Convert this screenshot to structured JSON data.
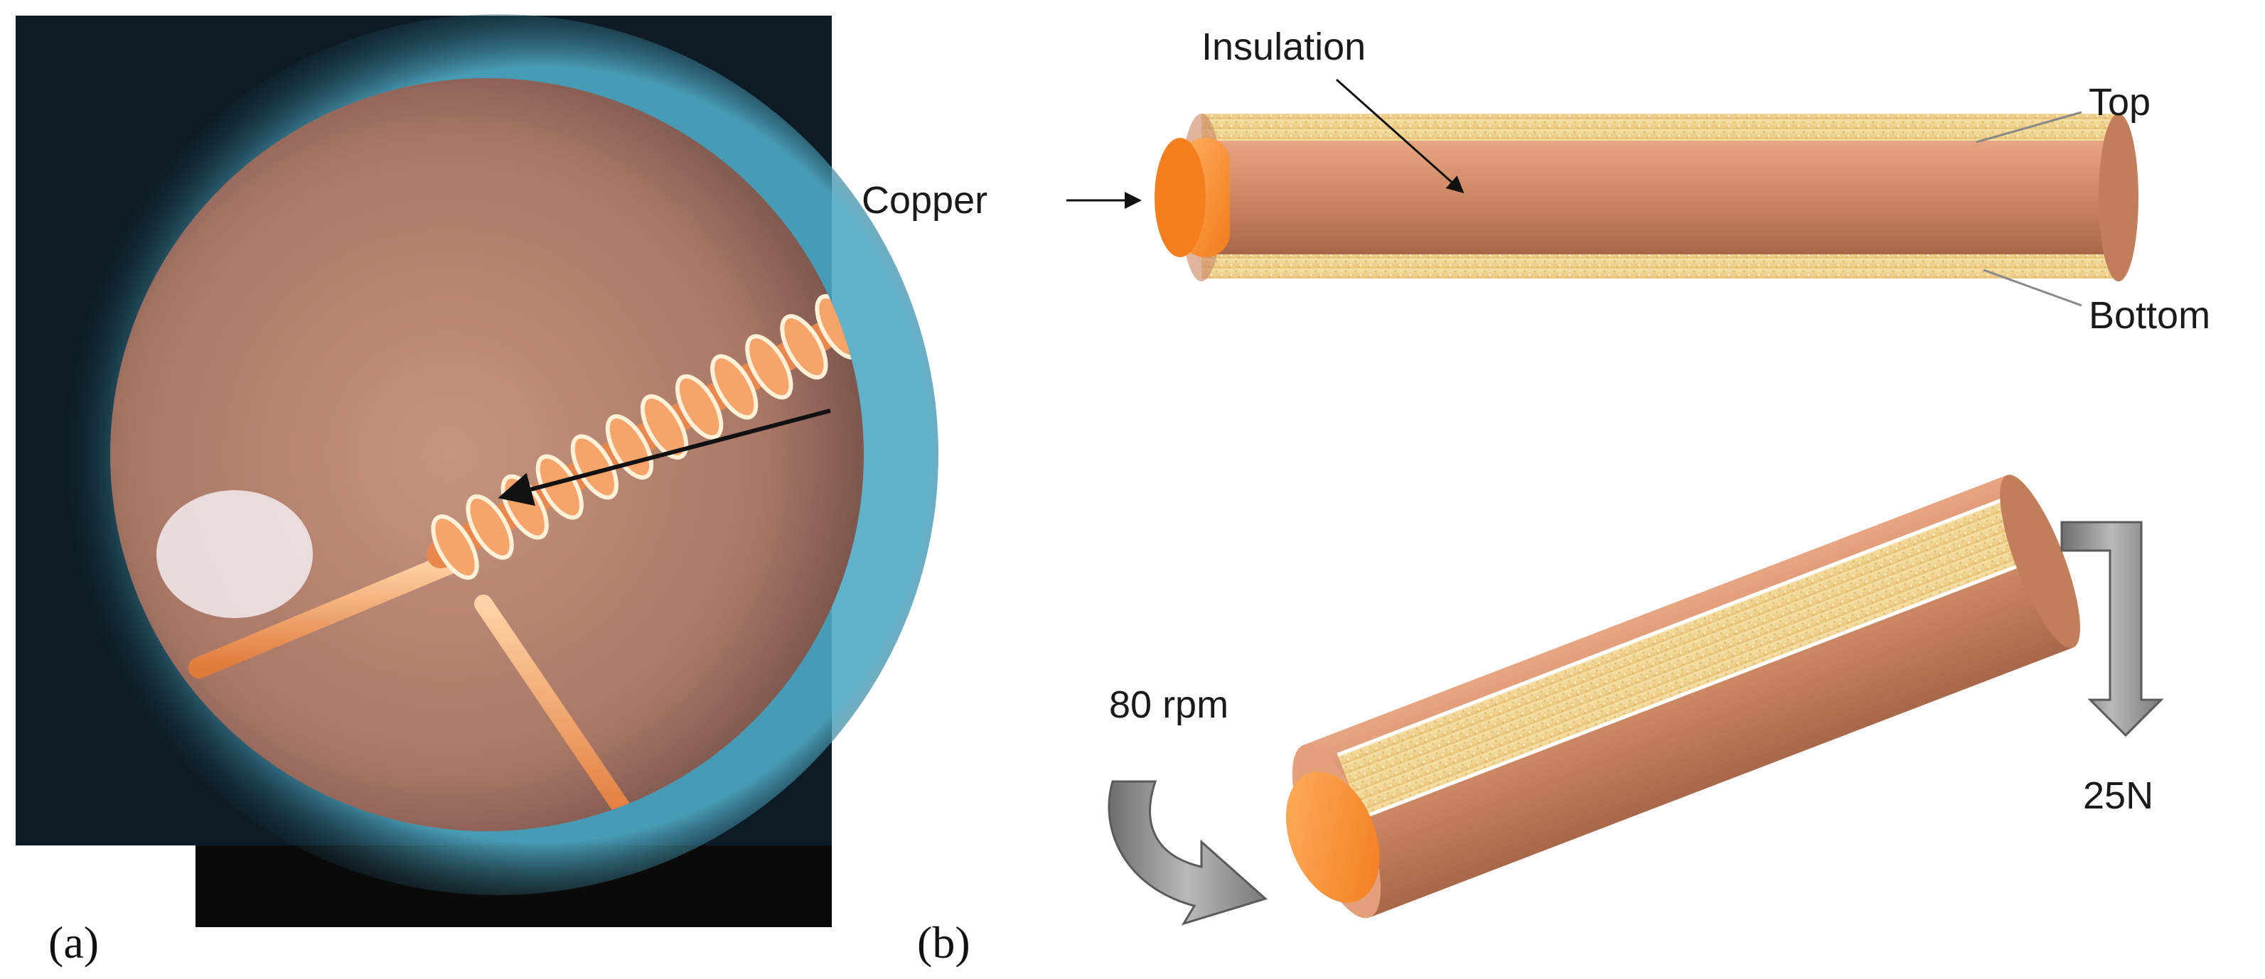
{
  "panel_a": {
    "label": "(a)"
  },
  "panel_b": {
    "label": "(b)",
    "labels": {
      "insulation": "Insulation",
      "top": "Top",
      "copper": "Copper",
      "bottom": "Bottom",
      "rpm": "80 rpm",
      "force": "25N"
    }
  },
  "colors": {
    "copper": "#f7932f",
    "insulation": "#d7916c",
    "insulation_shade": "#b8704f",
    "foam": "#f2d58f",
    "arrow_gray": "#8a8a8a"
  }
}
